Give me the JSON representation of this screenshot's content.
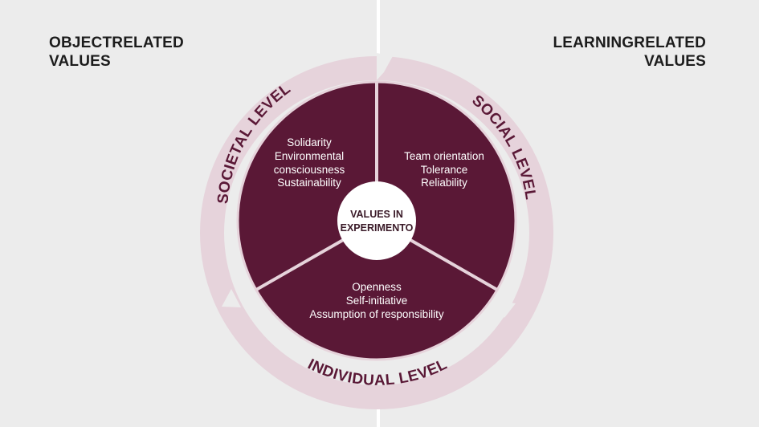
{
  "headings": {
    "left": [
      "OBJECTRELATED",
      "VALUES"
    ],
    "right": [
      "LEARNINGRELATED",
      "VALUES"
    ]
  },
  "center": {
    "lines": [
      "VALUES IN",
      "EXPERIMENTO"
    ]
  },
  "ring_labels": {
    "societal": "SOCIETAL LEVEL",
    "social": "SOCIAL LEVEL",
    "individual": "INDIVIDUAL LEVEL"
  },
  "segments": {
    "societal": [
      "Solidarity",
      "Environmental",
      "consciousness",
      "Sustainability"
    ],
    "social": [
      "Team orientation",
      "Tolerance",
      "Reliability"
    ],
    "individual": [
      "Openness",
      "Self-initiative",
      "Assumption of responsibility"
    ]
  },
  "colors": {
    "background": "#ececec",
    "ring": "#e6d3db",
    "segment": "#5a1836",
    "divider": "#ffffff"
  }
}
